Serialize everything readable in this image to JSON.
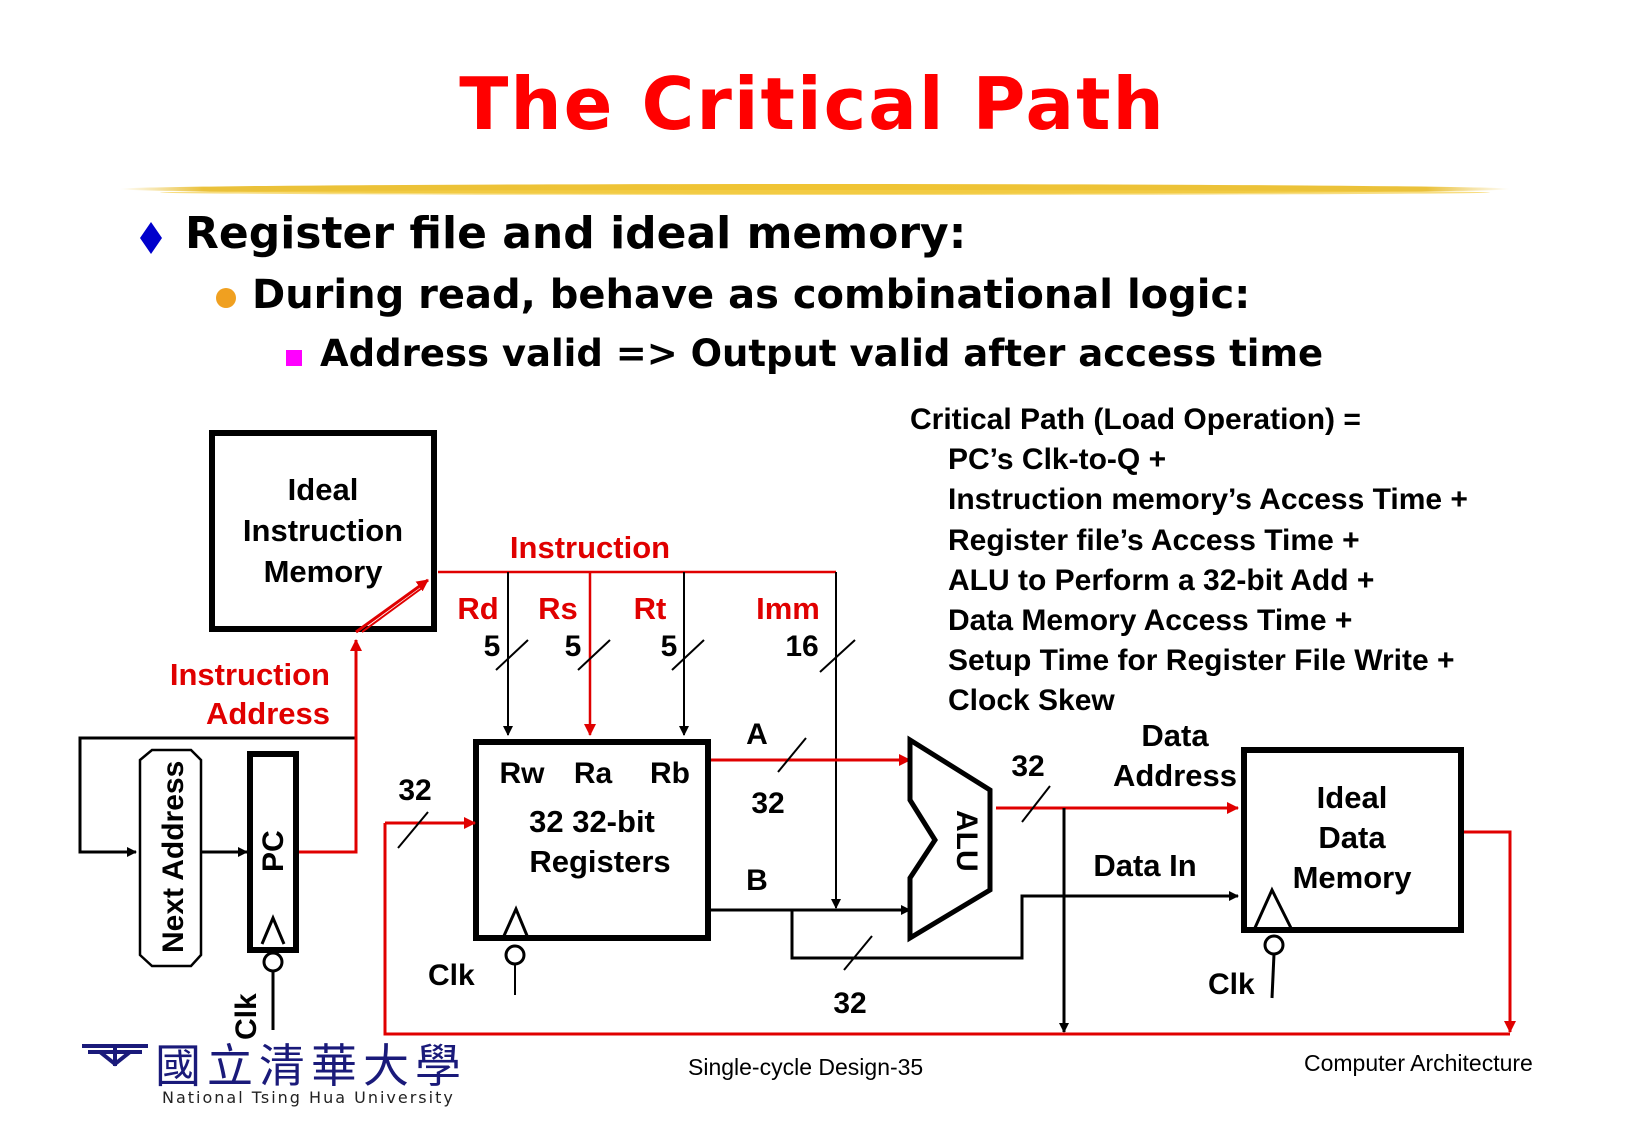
{
  "slide": {
    "title": "The Critical Path",
    "bullet1": "Register file and ideal memory:",
    "bullet2": "During read, behave as combinational logic:",
    "bullet3": "Address valid => Output valid after access time"
  },
  "critical_path": {
    "heading": "Critical Path (Load Operation) =",
    "items": [
      "PC’s Clk-to-Q +",
      "Instruction memory’s Access Time +",
      "Register file’s Access Time +",
      "ALU to Perform a 32-bit Add +",
      "Data Memory Access Time +",
      "Setup Time for Register File Write +",
      "Clock Skew"
    ]
  },
  "diagram": {
    "imem_line1": "Ideal",
    "imem_line2": "Instruction",
    "imem_line3": "Memory",
    "instr_addr_line1": "Instruction",
    "instr_addr_line2": "Address",
    "instruction_label": "Instruction",
    "rd": "Rd",
    "rs": "Rs",
    "rt": "Rt",
    "imm": "Imm",
    "w_rd": "5",
    "w_rs": "5",
    "w_rt": "5",
    "w_imm": "16",
    "next_address": "Next Address",
    "pc": "PC",
    "clk_pc": "Clk",
    "w_busw": "32",
    "rw": "Rw",
    "ra": "Ra",
    "rb": "Rb",
    "regs_line1": "32 32-bit",
    "regs_line2": "Registers",
    "clk_regs": "Clk",
    "a": "A",
    "w_a": "32",
    "b": "B",
    "w_b": "32",
    "alu": "ALU",
    "w_alu": "32",
    "data_addr_line1": "Data",
    "data_addr_line2": "Address",
    "data_in": "Data In",
    "dmem_line1": "Ideal",
    "dmem_line2": "Data",
    "dmem_line3": "Memory",
    "clk_dmem": "Clk"
  },
  "footer": {
    "center": "Single-cycle Design-35",
    "right": "Computer Architecture",
    "logo_chinese": "國立清華大學",
    "logo_english": "National Tsing Hua University"
  },
  "colors": {
    "title": "#ff0000",
    "critical_path": "#e00000",
    "rule": "#f0c433",
    "bullet1": "#0000cc",
    "bullet2": "#f0a020",
    "bullet3": "#ff00ff"
  }
}
